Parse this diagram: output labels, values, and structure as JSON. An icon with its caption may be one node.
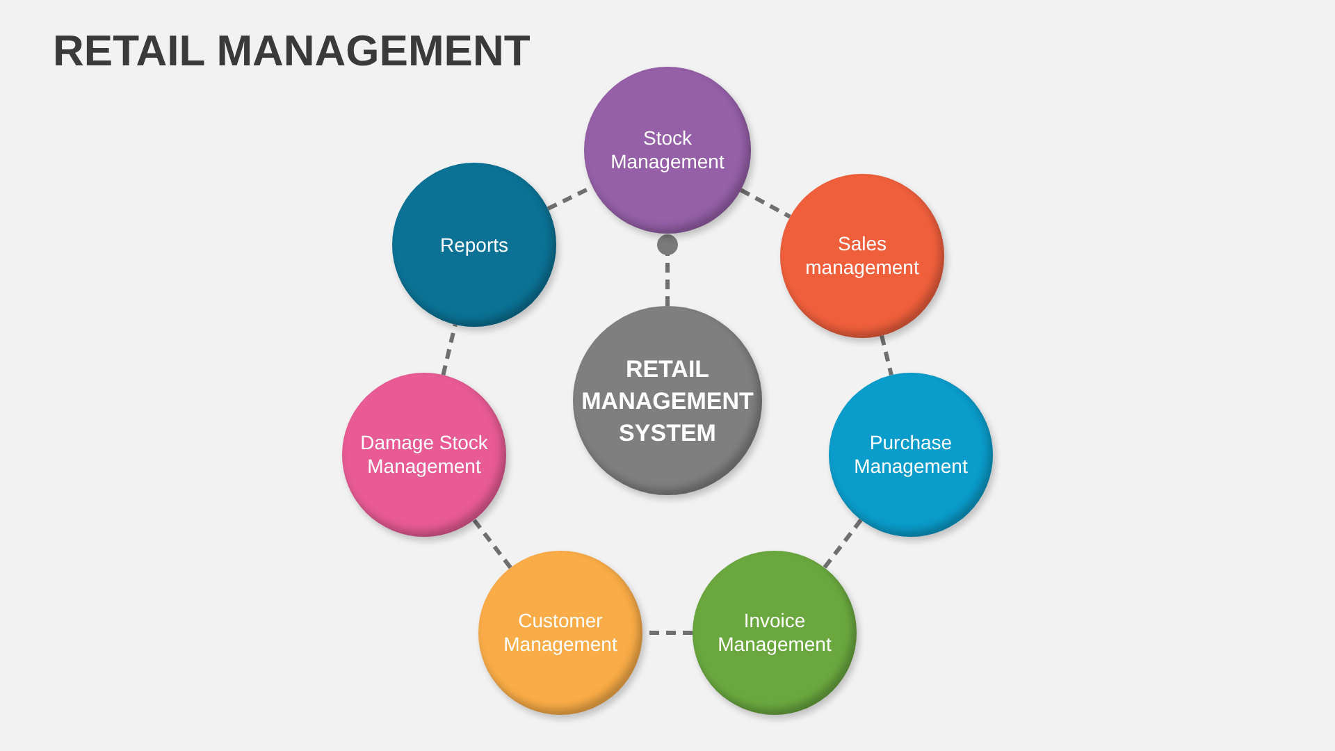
{
  "diagram": {
    "title": "RETAIL MANAGEMENT",
    "nodes": [
      {
        "text": [
          "Stock Management"
        ]
      },
      {
        "text": [
          "Reports"
        ]
      },
      {
        "text": [
          "Sales management"
        ]
      },
      {
        "text": [
          "RETAIL MANAGEMENT SYSTEM"
        ]
      },
      {
        "text": [
          "Damage Stock Management"
        ]
      },
      {
        "text": [
          "Purchase Management"
        ]
      },
      {
        "text": [
          "Customer Management"
        ]
      },
      {
        "text": [
          "Invoice Management"
        ]
      }
    ],
    "edges": [
      {
        "from": 1,
        "to": 0,
        "arrow": "none",
        "style": "dashed"
      },
      {
        "from": 0,
        "to": 2,
        "arrow": "none",
        "style": "dashed"
      },
      {
        "from": 2,
        "to": 5,
        "arrow": "none",
        "style": "dashed"
      },
      {
        "from": 5,
        "to": 7,
        "arrow": "none",
        "style": "dashed"
      },
      {
        "from": 7,
        "to": 6,
        "arrow": "none",
        "style": "dashed"
      },
      {
        "from": 6,
        "to": 4,
        "arrow": "none",
        "style": "dashed"
      },
      {
        "from": 4,
        "to": 1,
        "arrow": "none",
        "style": "dashed"
      },
      {
        "from": 3,
        "to": 0,
        "arrow": "other",
        "style": "dashed"
      }
    ]
  }
}
